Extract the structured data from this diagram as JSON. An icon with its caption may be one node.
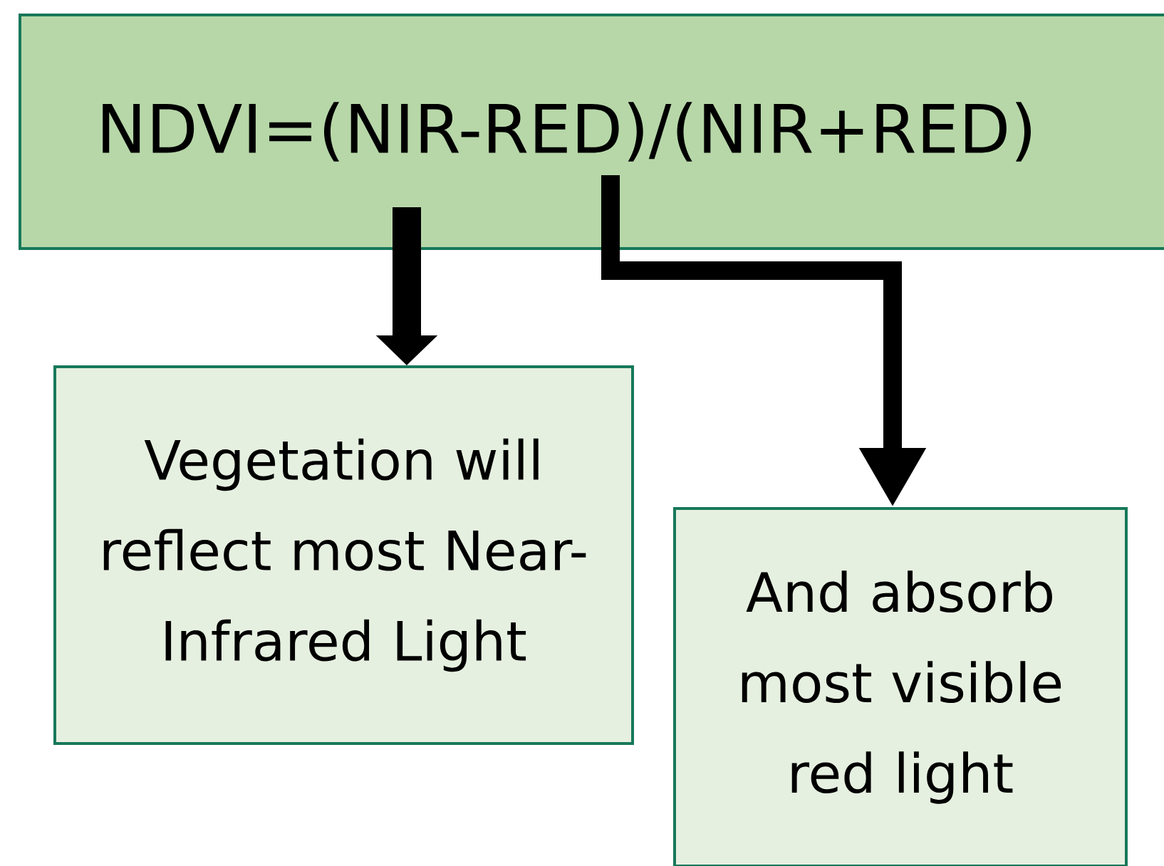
{
  "diagram": {
    "nodes": [
      {
        "text": [
          "NDVI=(NIR-RED)/(NIR+RED)"
        ]
      },
      {
        "text": [
          "Vegetation will reflect most Near-Infrared Light"
        ]
      },
      {
        "text": [
          "And absorb most visible red light"
        ]
      }
    ],
    "edges": [
      {
        "from": 0,
        "to": 1,
        "arrow": "to"
      },
      {
        "from": 0,
        "to": 2,
        "arrow": "to"
      }
    ]
  }
}
